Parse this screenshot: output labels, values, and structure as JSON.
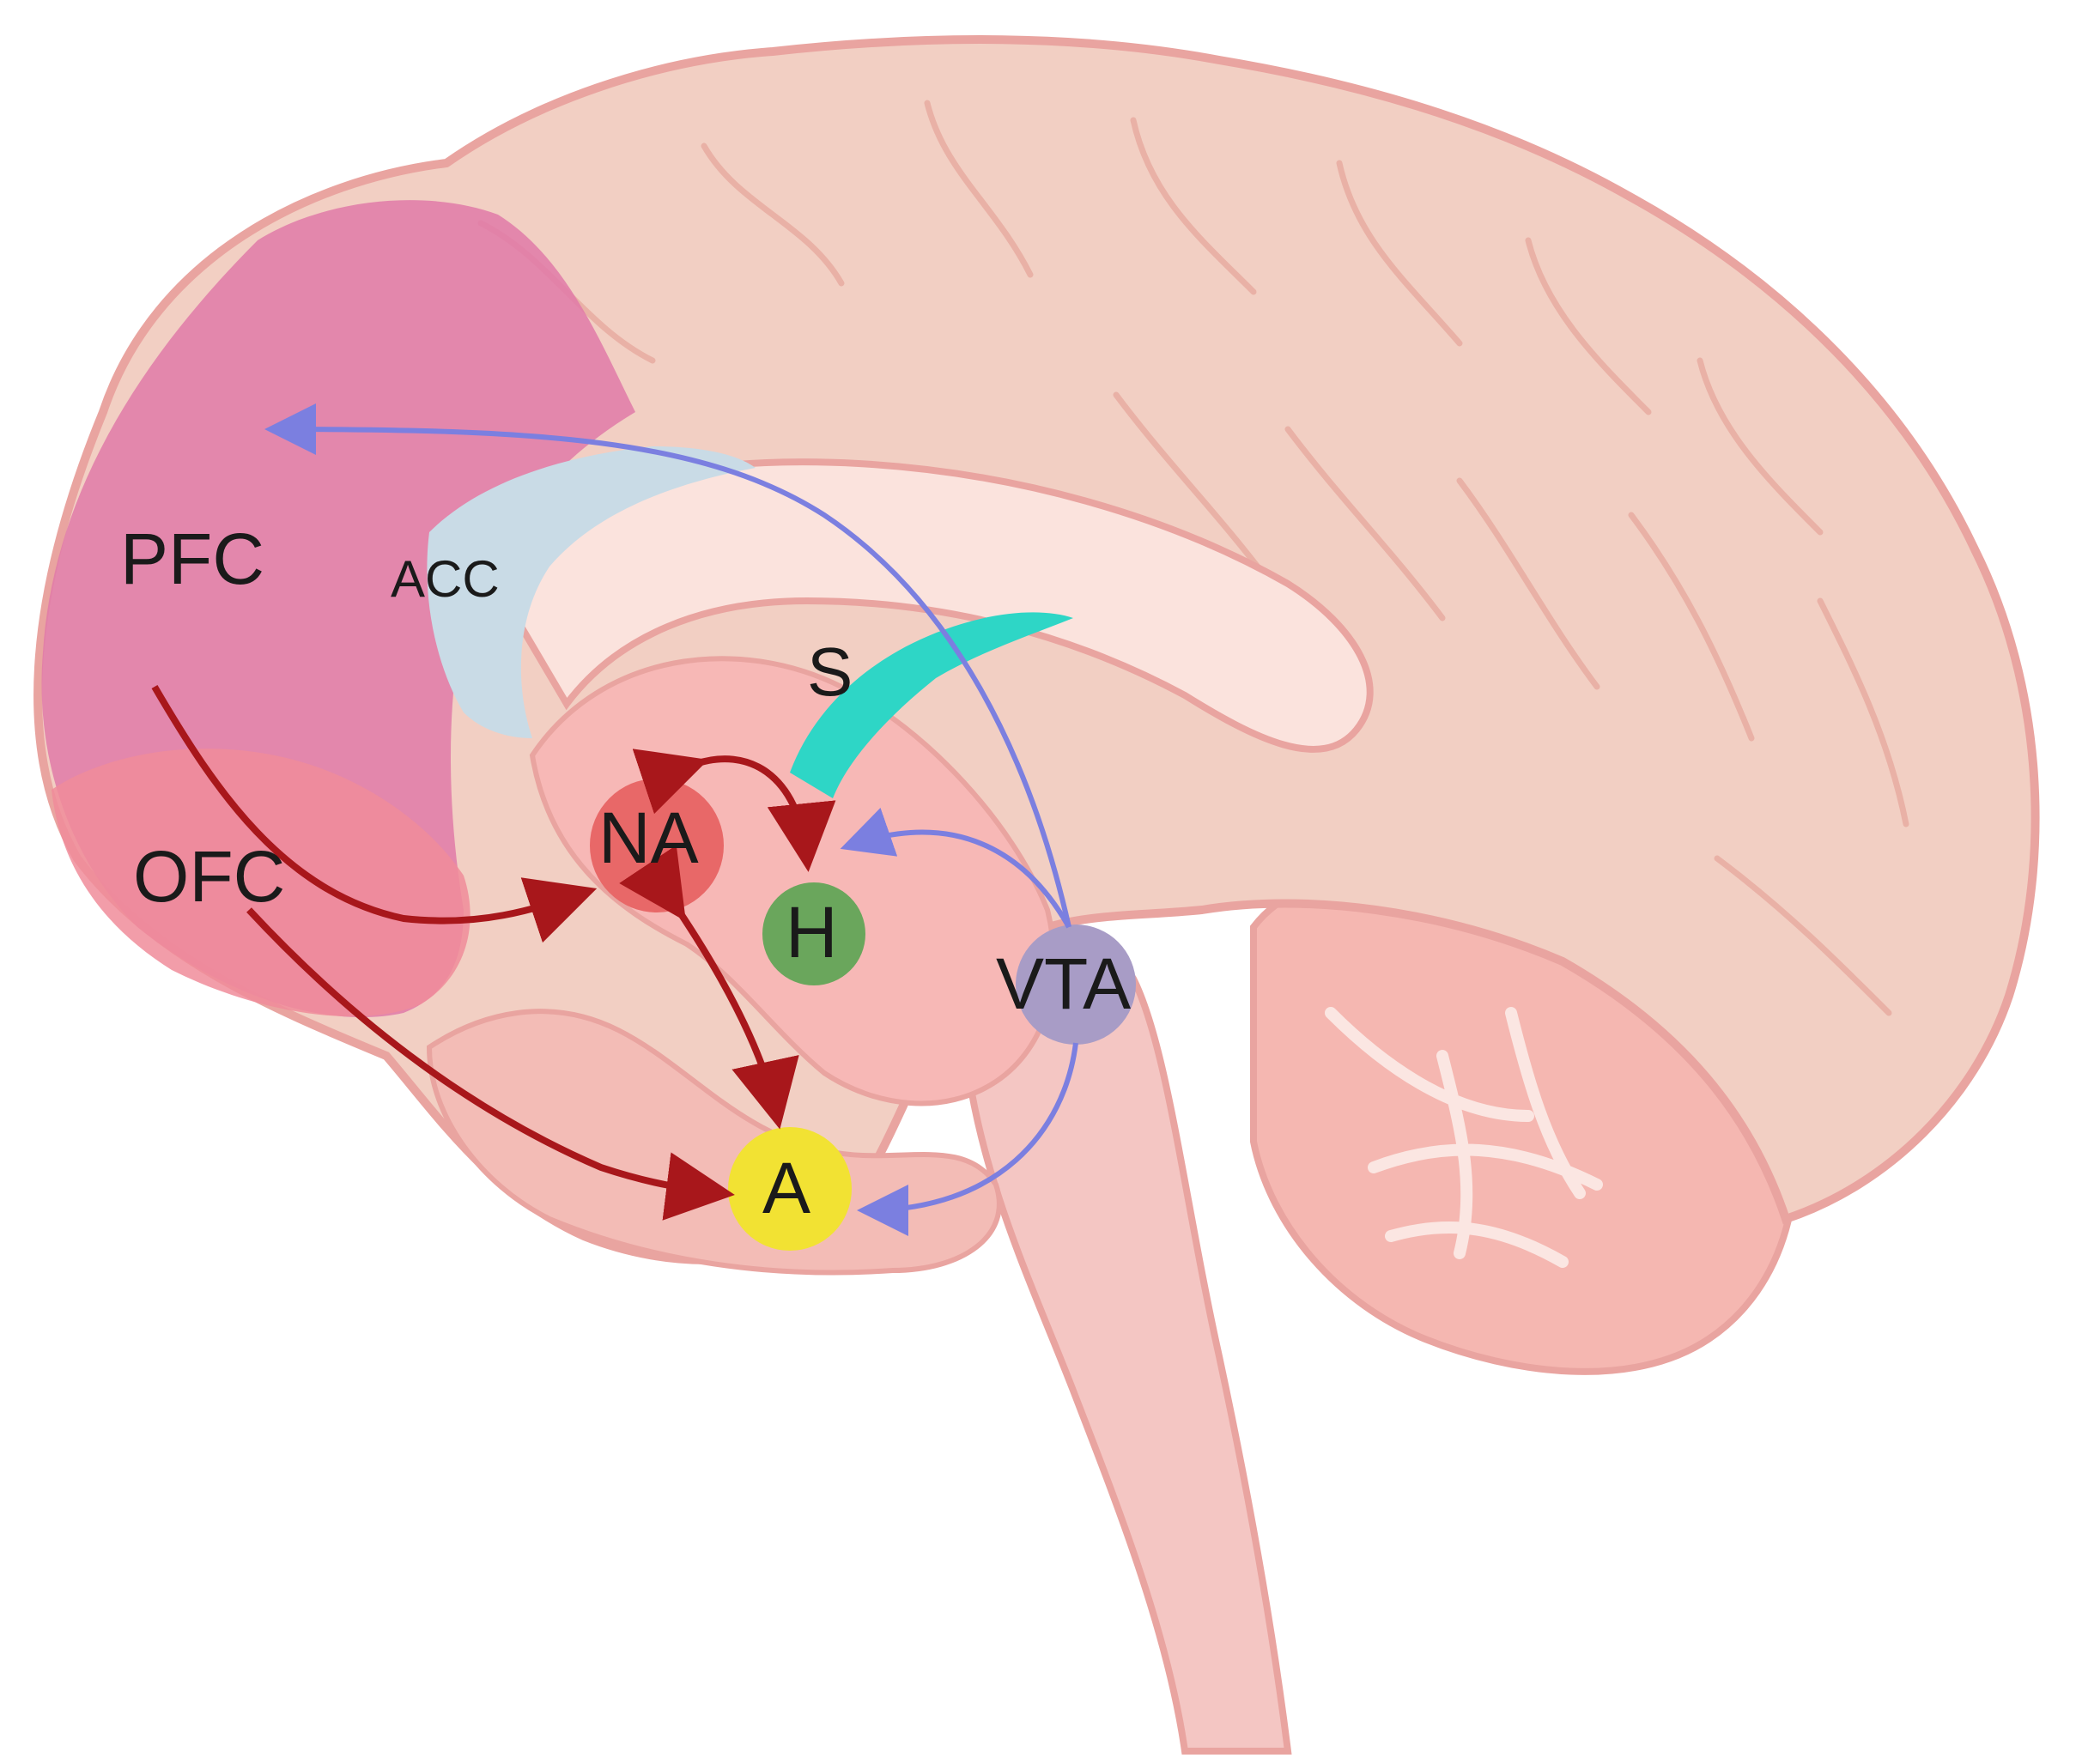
{
  "diagram": {
    "regions": [
      {
        "id": "pfc",
        "label": "PFC",
        "color": "#e07aa8"
      },
      {
        "id": "ofc",
        "label": "OFC",
        "color": "#f08c9a"
      },
      {
        "id": "acc",
        "label": "ACC",
        "color": "#c9dbe6"
      },
      {
        "id": "s",
        "label": "S",
        "color": "#2ed6c6"
      },
      {
        "id": "na",
        "label": "NA",
        "color": "#e86868"
      },
      {
        "id": "h",
        "label": "H",
        "color": "#6aa65c"
      },
      {
        "id": "vta",
        "label": "VTA",
        "color": "#a89cc6"
      },
      {
        "id": "a",
        "label": "A",
        "color": "#f2e233"
      }
    ],
    "arrow_colors": {
      "dopamine_path": "#7b7fe0",
      "red_path": "#a8171b"
    },
    "brain_colors": {
      "cortex": "#f2cfc3",
      "outline": "#e9a4a0",
      "inner": "#f7b8b6",
      "stem": "#f4c6c3"
    }
  }
}
